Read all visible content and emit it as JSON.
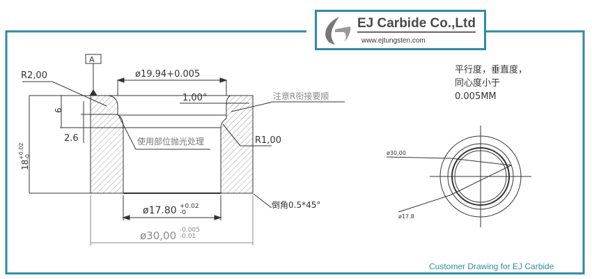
{
  "logo": {
    "company": "EJ Carbide Co.,Ltd",
    "website": "www.ejtungsten.com"
  },
  "frame_color": "#2e8ba6",
  "drawing": {
    "datum": "A",
    "r_top_left": "R2,00",
    "bore_top_dia": "ø19.94+0.005",
    "chamfer_top": "1,00°",
    "note_r_transition": "注意R衔接要顺",
    "depth_6": "6",
    "dim_2_6": "2.6",
    "polish_note": "使用部位抛光处理",
    "r_inner": "R1,00",
    "height_dim": "18",
    "height_tol_upper": "+0.02",
    "height_tol_lower": "-0",
    "bore_dia": "ø17.80",
    "bore_tol_upper": "+0.02",
    "bore_tol_lower": "-0",
    "chamfer_note": "倒角0.5*45°",
    "outer_dia": "ø30,00",
    "outer_tol_upper": "-0.005",
    "outer_tol_lower": "-0.01",
    "tolerance_note_line1": "平行度，垂直度，",
    "tolerance_note_line2": "同心度小于",
    "tolerance_note_line3": "0.005MM",
    "circle_outer_label": "ø30,00",
    "circle_inner_label": "ø17.8"
  },
  "caption": "Customer Drawing for EJ Carbide"
}
